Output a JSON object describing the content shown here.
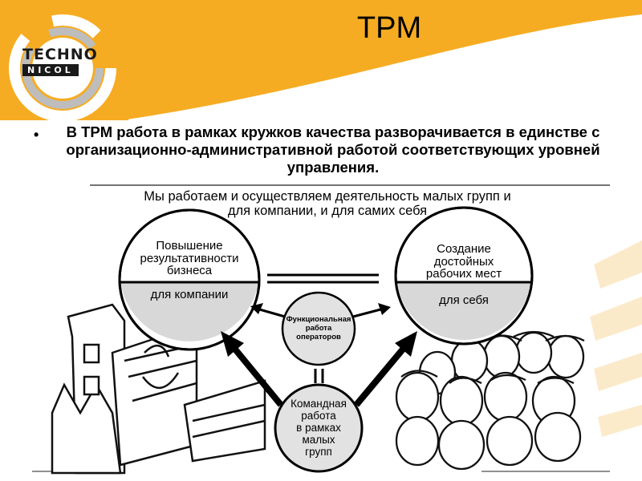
{
  "slide": {
    "title": "TPM",
    "bullet": "В TPM работа в рамках кружков качества разворачивается в единстве с организационно-административной работой соответствующих уровней управления."
  },
  "logo": {
    "line1": "TECHNO",
    "line2": "NICOL"
  },
  "diagram": {
    "caption_line1": "Мы работаем и осуществляем деятельность малых групп и",
    "caption_line2": "для компании, и для самих себя",
    "left_circle_top": [
      "Повышение",
      "результативности",
      "бизнеса"
    ],
    "left_circle_bottom": "для компании",
    "right_circle_top": [
      "Создание",
      "достойных",
      "рабочих мест"
    ],
    "right_circle_bottom": "для себя",
    "center_circle": [
      "Функциональная",
      "работа",
      "операторов"
    ],
    "bottom_circle": [
      "Командная",
      "работа",
      "в рамках",
      "малых",
      "групп"
    ]
  },
  "colors": {
    "accent": "#f5a81c",
    "accent_light": "#fbe3b0",
    "gray_arc": "#bdbdbd",
    "circle_shade": "#d8d8d8"
  }
}
